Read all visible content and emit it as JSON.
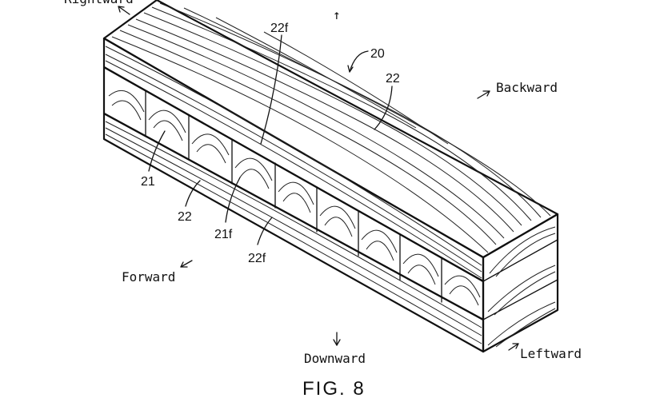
{
  "figure": {
    "caption": "FIG. 8",
    "directions": {
      "rightward": "Rightward",
      "upward_arrow": "↑",
      "backward": "Backward",
      "forward": "Forward",
      "downward": "Downward",
      "leftward": "Leftward"
    },
    "reference_numerals": {
      "assembly": "20",
      "top_lamina": "22",
      "top_lamina_face": "22f",
      "core_piece": "21",
      "bottom_lamina": "22",
      "core_piece_face": "21f",
      "bottom_lamina_face": "22f"
    }
  }
}
